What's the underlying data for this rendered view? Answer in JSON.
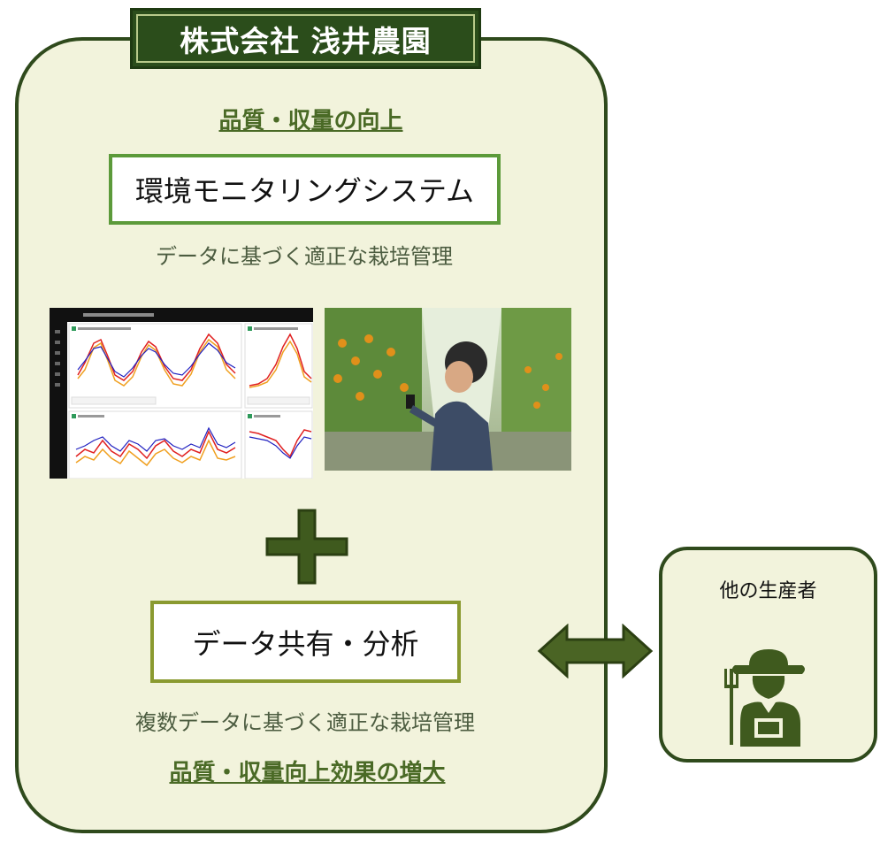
{
  "company": {
    "name": "株式会社 浅井農園"
  },
  "goal_top": "品質・収量の向上",
  "system_box": {
    "label": "環境モニタリングシステム"
  },
  "caption_top": "データに基づく適正な栽培管理",
  "plus_icon": "plus-icon",
  "share_box": {
    "label": "データ共有・分析"
  },
  "caption_bottom": "複数データに基づく適正な栽培管理",
  "goal_bottom": "品質・収量向上効果の増大",
  "arrow_icon": "double-arrow-icon",
  "producer": {
    "label": "他の生産者",
    "icon": "farmer-icon"
  },
  "colors": {
    "panel_bg": "#f2f3dc",
    "panel_border": "#2f4a1c",
    "banner_bg": "#2b4d1b",
    "heading": "#4a6a26",
    "system_border": "#5c9a3a",
    "share_border": "#8a9a30",
    "icon": "#3f5a1e"
  }
}
